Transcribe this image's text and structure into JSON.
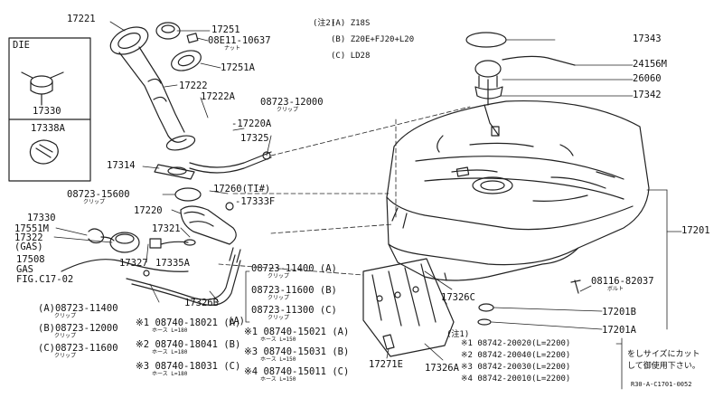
{
  "callouts": [
    {
      "id": "p17221",
      "text": "17221",
      "sub": ""
    },
    {
      "id": "p17251",
      "text": "17251",
      "sub": ""
    },
    {
      "id": "p08e11",
      "text": "08E11-10637",
      "sub": "ナット"
    },
    {
      "id": "p17251a",
      "text": "17251A",
      "sub": ""
    },
    {
      "id": "p17222",
      "text": "17222",
      "sub": ""
    },
    {
      "id": "p17222a",
      "text": "17222A",
      "sub": ""
    },
    {
      "id": "p08723_12000a",
      "text": "08723-12000",
      "sub": "クリップ"
    },
    {
      "id": "p17220a",
      "text": "-17220A",
      "sub": ""
    },
    {
      "id": "p17325",
      "text": "17325",
      "sub": ""
    },
    {
      "id": "p17314",
      "text": "17314",
      "sub": ""
    },
    {
      "id": "p08723_15600",
      "text": "08723-15600",
      "sub": "クリップ"
    },
    {
      "id": "p17260",
      "text": "17260(TI#)",
      "sub": ""
    },
    {
      "id": "p17333f",
      "text": "-17333F",
      "sub": ""
    },
    {
      "id": "p17220",
      "text": "17220",
      "sub": ""
    },
    {
      "id": "p17330b",
      "text": "17330",
      "sub": ""
    },
    {
      "id": "p17551m",
      "text": "17551M",
      "sub": ""
    },
    {
      "id": "p17322",
      "text": "17322",
      "sub": ""
    },
    {
      "id": "p17321",
      "text": "17321",
      "sub": ""
    },
    {
      "id": "p17508",
      "text": "17508",
      "sub": ""
    },
    {
      "id": "p17327",
      "text": "17327",
      "sub": ""
    },
    {
      "id": "p17335a",
      "text": "17335A",
      "sub": ""
    },
    {
      "id": "p17326b",
      "text": "17326B",
      "sub": ""
    },
    {
      "id": "p17343",
      "text": "17343",
      "sub": ""
    },
    {
      "id": "p24156m",
      "text": "24156M",
      "sub": ""
    },
    {
      "id": "p26060",
      "text": "26060",
      "sub": ""
    },
    {
      "id": "p17342",
      "text": "17342",
      "sub": ""
    },
    {
      "id": "p17201",
      "text": "17201",
      "sub": ""
    },
    {
      "id": "p08116",
      "text": "08116-82037",
      "sub": "ボルト"
    },
    {
      "id": "p17326c",
      "text": "17326C",
      "sub": ""
    },
    {
      "id": "p17201b",
      "text": "17201B",
      "sub": ""
    },
    {
      "id": "p17201a",
      "text": "17201A",
      "sub": ""
    },
    {
      "id": "p17271e",
      "text": "17271E",
      "sub": ""
    },
    {
      "id": "p17326a",
      "text": "17326A",
      "sub": ""
    }
  ],
  "die_box": {
    "title": "DIE",
    "part_a": "17330",
    "part_b": "17338A"
  },
  "gas_labels": {
    "gas1": "(GAS)",
    "gas2": "GAS",
    "fig": "FIG.C17-02"
  },
  "note2": {
    "title": "(注2)",
    "rows": [
      {
        "mark": "A",
        "text": "Z18S"
      },
      {
        "mark": "B",
        "text": "Z20E+FJ20+L20"
      },
      {
        "mark": "C",
        "text": "LD28"
      }
    ]
  },
  "clips_right": [
    {
      "part": "08723-11400",
      "mark": "A",
      "sub": "クリップ"
    },
    {
      "part": "08723-11600",
      "mark": "B",
      "sub": "クリップ"
    },
    {
      "part": "08723-11300",
      "mark": "C",
      "sub": "クリップ"
    }
  ],
  "clips_left": [
    {
      "mark": "A",
      "part": "08723-11400",
      "sub": "クリップ"
    },
    {
      "mark": "B",
      "part": "08723-12000",
      "sub": "クリップ"
    },
    {
      "mark": "C",
      "part": "08723-11600",
      "sub": "クリップ"
    }
  ],
  "hoses_a": [
    {
      "note": "※1",
      "part": "08740-18021",
      "mark": "A",
      "sub": "ホース L=180"
    },
    {
      "note": "※2",
      "part": "08740-18041",
      "mark": "B",
      "sub": "ホース L=180"
    },
    {
      "note": "※3",
      "part": "08740-18031",
      "mark": "C",
      "sub": "ホース L=180"
    }
  ],
  "hoses_b": [
    {
      "note": "※1",
      "part": "08740-15021",
      "mark": "A",
      "sub": "ホース L=150"
    },
    {
      "note": "※3",
      "part": "08740-15031",
      "mark": "B",
      "sub": "ホース L=150"
    },
    {
      "note": "※4",
      "part": "08740-15011",
      "mark": "C",
      "sub": "ホース L=150"
    }
  ],
  "note1": {
    "title": "(注1)",
    "rows": [
      {
        "note": "※1",
        "text": "08742-20020(L=2200)"
      },
      {
        "note": "※2",
        "text": "08742-20040(L=2200)"
      },
      {
        "note": "※3",
        "text": "08742-20030(L=2200)"
      },
      {
        "note": "※4",
        "text": "08742-20010(L=2200)"
      }
    ],
    "remark_1": "をしサイズにカット",
    "remark_2": "して御使用下さい。"
  },
  "footer_code": "R30-A-C1701-0052",
  "mark_a": "A"
}
